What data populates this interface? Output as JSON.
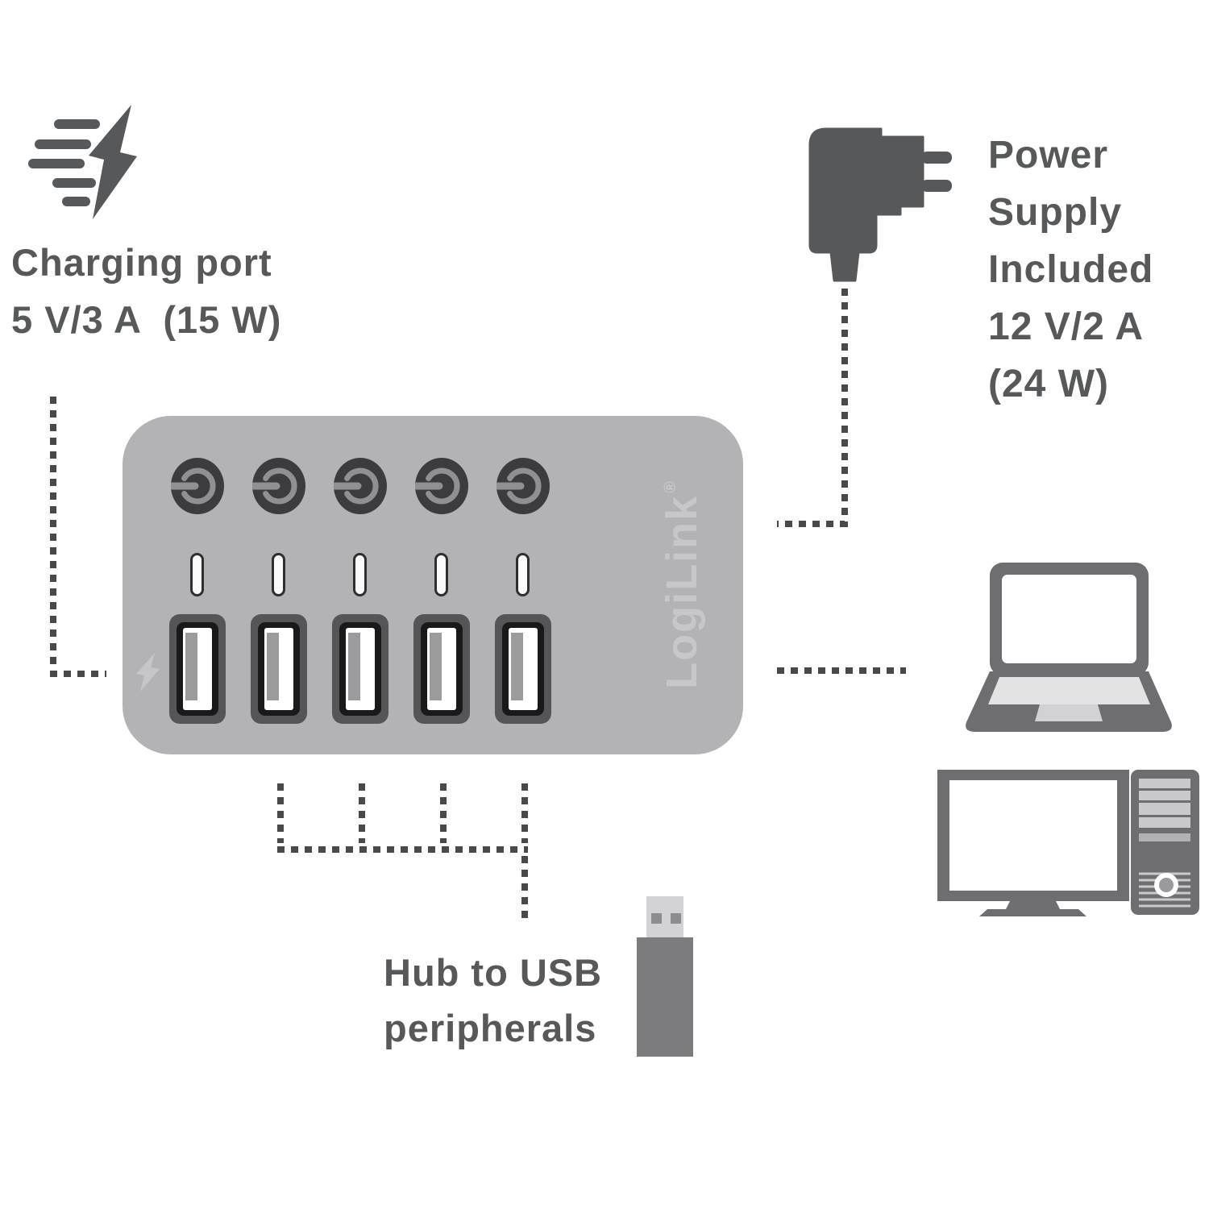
{
  "colors": {
    "ink": "#575859",
    "dash": "#48494b",
    "device_gray": "#6e6e70",
    "screen_white": "#ffffff",
    "deck_light": "#e3e3e4",
    "hub_body": "#b3b3b5",
    "button_dark": "#3c3c3e",
    "button_ring": "#909092",
    "port_outer": "#555557",
    "port_frame": "#191919",
    "port_tab": "#9b9b9d",
    "led_fill": "#fbfbfb",
    "brand_text": "#c7c7c9",
    "hub_bolt": "#c6c6c8",
    "usb_metal": "#d3d3d5",
    "usb_body": "#7c7c7e",
    "tower_bar": "#c9c9cb"
  },
  "charging_port": {
    "line1": "Charging port",
    "line2": "5 V/3 A  (15 W)"
  },
  "power_supply": {
    "lines": [
      "Power",
      "Supply",
      "Included",
      "12 V/2 A",
      "(24 W)"
    ]
  },
  "hub": {
    "brand": "LogiLink",
    "brand_mark": "®",
    "port_count": "5"
  },
  "peripherals": {
    "line1": "Hub to USB",
    "line2": "peripherals"
  }
}
